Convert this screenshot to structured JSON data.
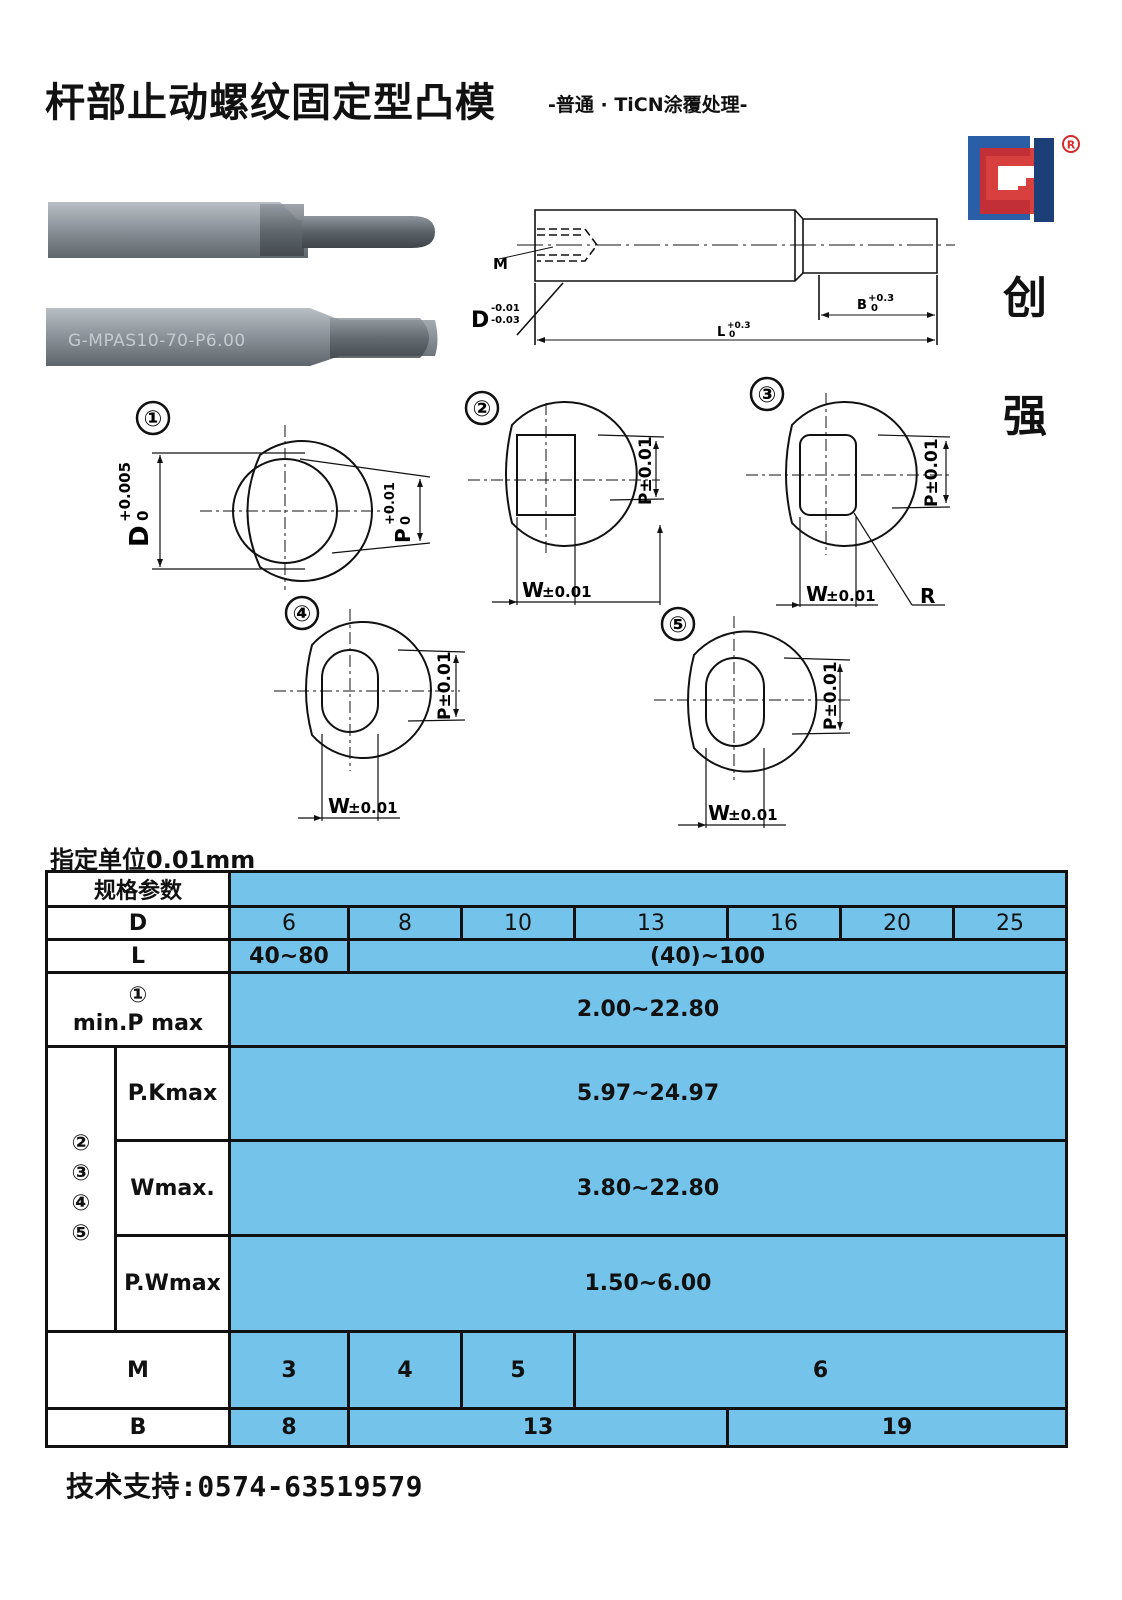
{
  "header": {
    "title": "杆部止动螺纹固定型凸模",
    "subtitle": "-普通 · TiCN涂覆处理-",
    "brand_char_1": "创",
    "brand_char_2": "强",
    "logo_mark": "®"
  },
  "photo": {
    "engraving": "G-MPAS10-70-P6.00"
  },
  "diagram": {
    "top": {
      "m": "M",
      "d": "D",
      "d_tol_upper": "-0.01",
      "d_tol_lower": "-0.03",
      "b": "B",
      "b_tol_upper": "+0.3",
      "b_tol_lower": "0",
      "l": "L",
      "l_tol_upper": "+0.3",
      "l_tol_lower": "0"
    },
    "shape1": {
      "num": "①",
      "d_label": "D",
      "d_tol_upper": "+0.005",
      "d_tol_lower": "0",
      "p_label": "P",
      "p_tol_upper": "+0.01",
      "p_tol_lower": "0"
    },
    "shape2": {
      "num": "②",
      "p": "P±0.01",
      "w": "W",
      "w_tol": "±0.01"
    },
    "shape3": {
      "num": "③",
      "p": "P±0.01",
      "w": "W",
      "w_tol": "±0.01",
      "r": "R"
    },
    "shape4": {
      "num": "④",
      "p": "P±0.01",
      "w": "W",
      "w_tol": "±0.01"
    },
    "shape5": {
      "num": "⑤",
      "p": "P±0.01",
      "w": "W",
      "w_tol": "±0.01"
    }
  },
  "unit_note": "指定单位0.01mm",
  "table": {
    "header": "规格参数",
    "d_label": "D",
    "d_values": [
      "6",
      "8",
      "10",
      "13",
      "16",
      "20",
      "25"
    ],
    "l_label": "L",
    "l_values": [
      "40~80",
      "(40)~100"
    ],
    "shape1_num": "①",
    "shape1_label": "min.P max",
    "shape1_value": "2.00~22.80",
    "group_nums": [
      "②",
      "③",
      "④",
      "⑤"
    ],
    "pk_label": "P.Kmax",
    "pk_value": "5.97~24.97",
    "w_label": "Wmax.",
    "w_value": "3.80~22.80",
    "pw_label": "P.Wmax",
    "pw_value": "1.50~6.00",
    "m_label": "M",
    "m_values": [
      "3",
      "4",
      "5",
      "6"
    ],
    "b_label": "B",
    "b_values": [
      "8",
      "13",
      "19"
    ]
  },
  "footer": {
    "support": "技术支持:0574-63519579"
  },
  "colors": {
    "table_blue": "#74c3ea",
    "logo_blue": "#2a5fa8",
    "logo_red": "#d42a2a",
    "photo_metal": "#8e959c"
  }
}
